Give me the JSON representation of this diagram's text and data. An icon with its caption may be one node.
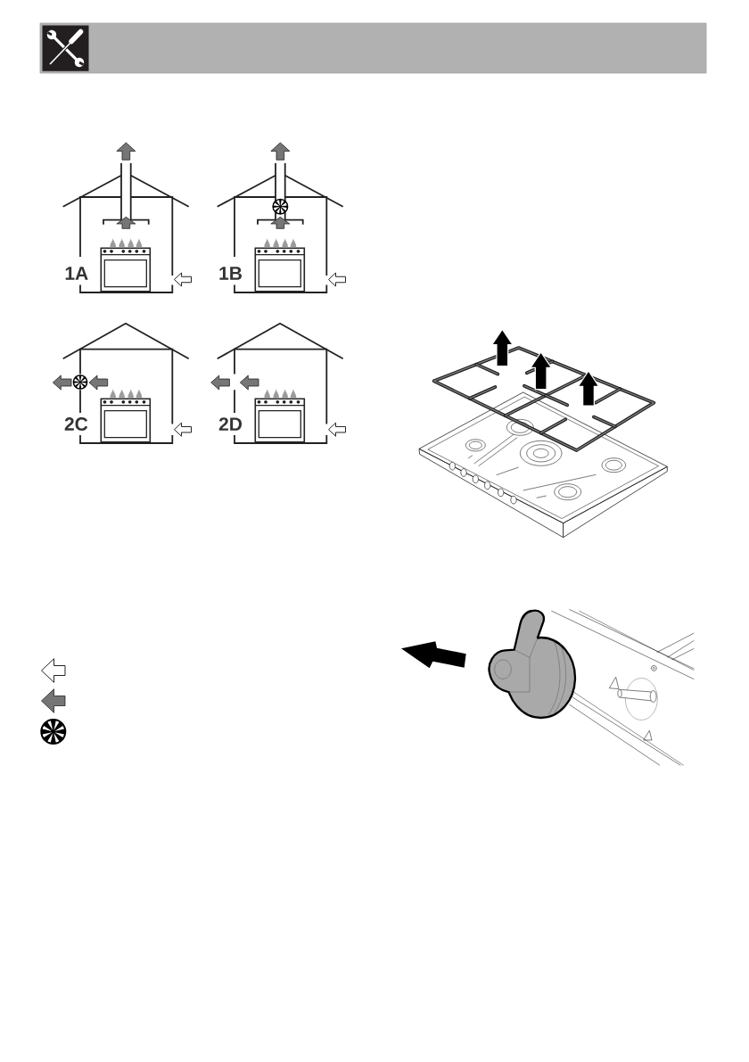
{
  "diagram": {
    "labels": [
      "1A",
      "1B",
      "2C",
      "2D"
    ]
  }
}
